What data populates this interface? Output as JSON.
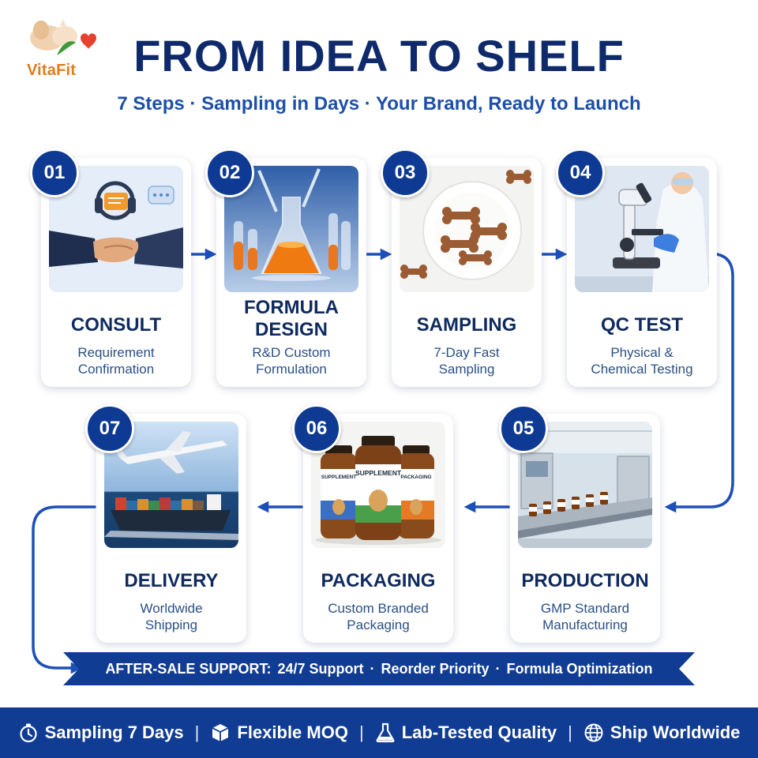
{
  "logo": {
    "name": "VitaFit"
  },
  "header": {
    "title": "FROM IDEA TO SHELF",
    "subtitle": "7 Steps · Sampling in Days · Your Brand, Ready to Launch"
  },
  "steps": [
    {
      "number": "01",
      "title": "CONSULT",
      "desc_lines": [
        "Requirement",
        "Confirmation"
      ],
      "image_icon": "handshake-icon"
    },
    {
      "number": "02",
      "title_lines": [
        "FORMULA",
        "DESIGN"
      ],
      "desc_lines": [
        "R&D Custom",
        "Formulation"
      ],
      "image_icon": "flask-icon"
    },
    {
      "number": "03",
      "title": "SAMPLING",
      "desc_lines": [
        "7-Day Fast",
        "Sampling"
      ],
      "image_icon": "dog-treats-icon"
    },
    {
      "number": "04",
      "title": "QC TEST",
      "desc_lines": [
        "Physical &",
        "Chemical Testing"
      ],
      "image_icon": "microscope-icon"
    },
    {
      "number": "05",
      "title": "PRODUCTION",
      "desc_lines": [
        "GMP Standard",
        "Manufacturing"
      ],
      "image_icon": "factory-line-icon"
    },
    {
      "number": "06",
      "title": "PACKAGING",
      "desc_lines": [
        "Custom Branded",
        "Packaging"
      ],
      "image_icon": "supplement-bottles-icon",
      "bottle_labels": [
        "SUPPLEMENT",
        "SUPPLEMENT",
        "PACKAGING"
      ]
    },
    {
      "number": "07",
      "title": "DELIVERY",
      "desc_lines": [
        "Worldwide",
        "Shipping"
      ],
      "image_icon": "plane-ship-icon"
    }
  ],
  "after_sale": {
    "label": "AFTER-SALE SUPPORT:",
    "items": [
      "24/7 Support",
      "Reorder Priority",
      "Formula Optimization"
    ]
  },
  "features": [
    {
      "label": "Sampling 7 Days",
      "icon": "stopwatch-icon"
    },
    {
      "label": "Flexible MOQ",
      "icon": "box-icon"
    },
    {
      "label": "Lab-Tested Quality",
      "icon": "flask-icon"
    },
    {
      "label": "Ship Worldwide",
      "icon": "globe-icon"
    }
  ],
  "colors": {
    "navy": "#0e3a93",
    "title_navy": "#0f2a6b",
    "subtitle_blue": "#1d4fa8",
    "arrow_blue": "#1d4fb8",
    "logo_orange": "#e07b1a"
  }
}
